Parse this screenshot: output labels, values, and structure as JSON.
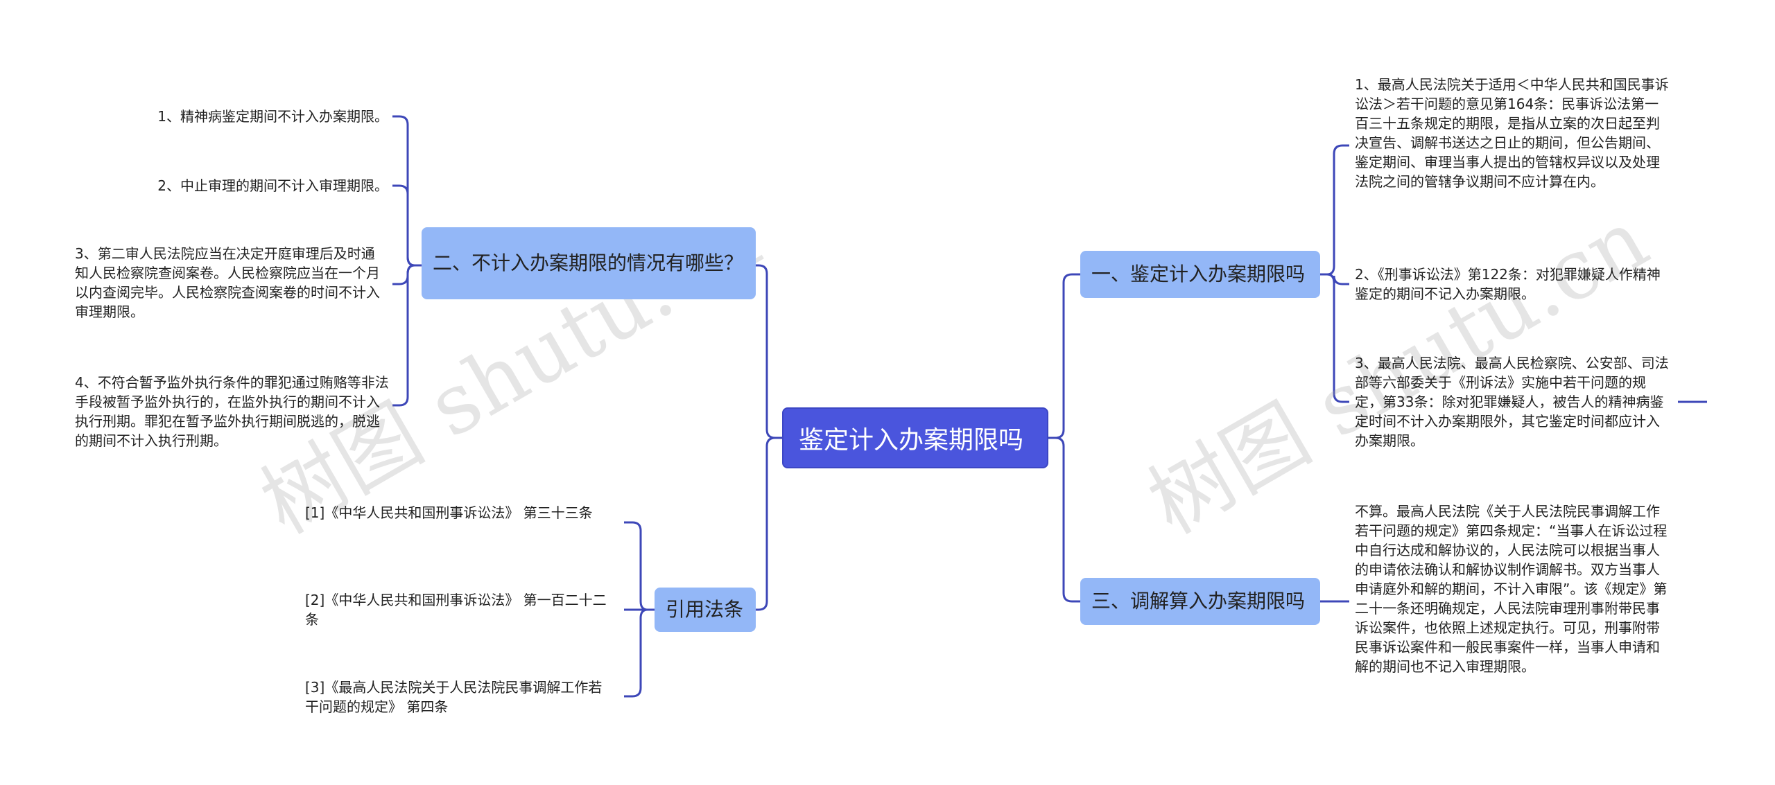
{
  "root": {
    "label": "鉴定计入办案期限吗"
  },
  "left_branches": [
    {
      "label": "二、不计入办案期限的情况有哪些？",
      "children": [
        "1、精神病鉴定期间不计入办案期限。",
        "2、中止审理的期间不计入审理期限。",
        "3、第二审人民法院应当在决定开庭审理后及时通知人民检察院查阅案卷。人民检察院应当在一个月以内查阅完毕。人民检察院查阅案卷的时间不计入审理期限。",
        "4、不符合暂予监外执行条件的罪犯通过贿赂等非法手段被暂予监外执行的，在监外执行的期间不计入执行刑期。罪犯在暂予监外执行期间脱逃的，脱逃的期间不计入执行刑期。"
      ]
    },
    {
      "label": "引用法条",
      "children": [
        "[1]《中华人民共和国刑事诉讼法》 第三十三条",
        "[2]《中华人民共和国刑事诉讼法》 第一百二十二条",
        "[3]《最高人民法院关于人民法院民事调解工作若干问题的规定》 第四条"
      ]
    }
  ],
  "right_branches": [
    {
      "label": "一、鉴定计入办案期限吗",
      "children": [
        "1、最高人民法院关于适用＜中华人民共和国民事诉讼法＞若干问题的意见第164条：民事诉讼法第一百三十五条规定的期限，是指从立案的次日起至判决宣告、调解书送达之日止的期间，但公告期间、鉴定期间、审理当事人提出的管辖权异议以及处理法院之间的管辖争议期间不应计算在内。",
        "2、《刑事诉讼法》第122条：对犯罪嫌疑人作精神鉴定的期间不记入办案期限。",
        "3、最高人民法院、最高人民检察院、公安部、司法部等六部委关于《刑诉法》实施中若干问题的规定，第33条：除对犯罪嫌疑人，被告人的精神病鉴定时间不计入办案期限外，其它鉴定时间都应计入办案期限。"
      ]
    },
    {
      "label": "三、调解算入办案期限吗",
      "children": [
        "不算。最高人民法院《关于人民法院民事调解工作若干问题的规定》第四条规定：“当事人在诉讼过程中自行达成和解协议的，人民法院可以根据当事人的申请依法确认和解协议制作调解书。双方当事人申请庭外和解的期间，不计入审限”。该《规定》第二十一条还明确规定，人民法院审理刑事附带民事诉讼案件，也依照上述规定执行。可见，刑事附带民事诉讼案件和一般民事案件一样，当事人申请和解的期间也不记入审理期限。"
      ]
    }
  ],
  "watermarks": [
    "树图 shutu.cn",
    "树图 shutu.cn"
  ],
  "colors": {
    "root_fill": "#4a55dd",
    "branch_fill": "#93b7f7",
    "line": "#3d47b8"
  }
}
